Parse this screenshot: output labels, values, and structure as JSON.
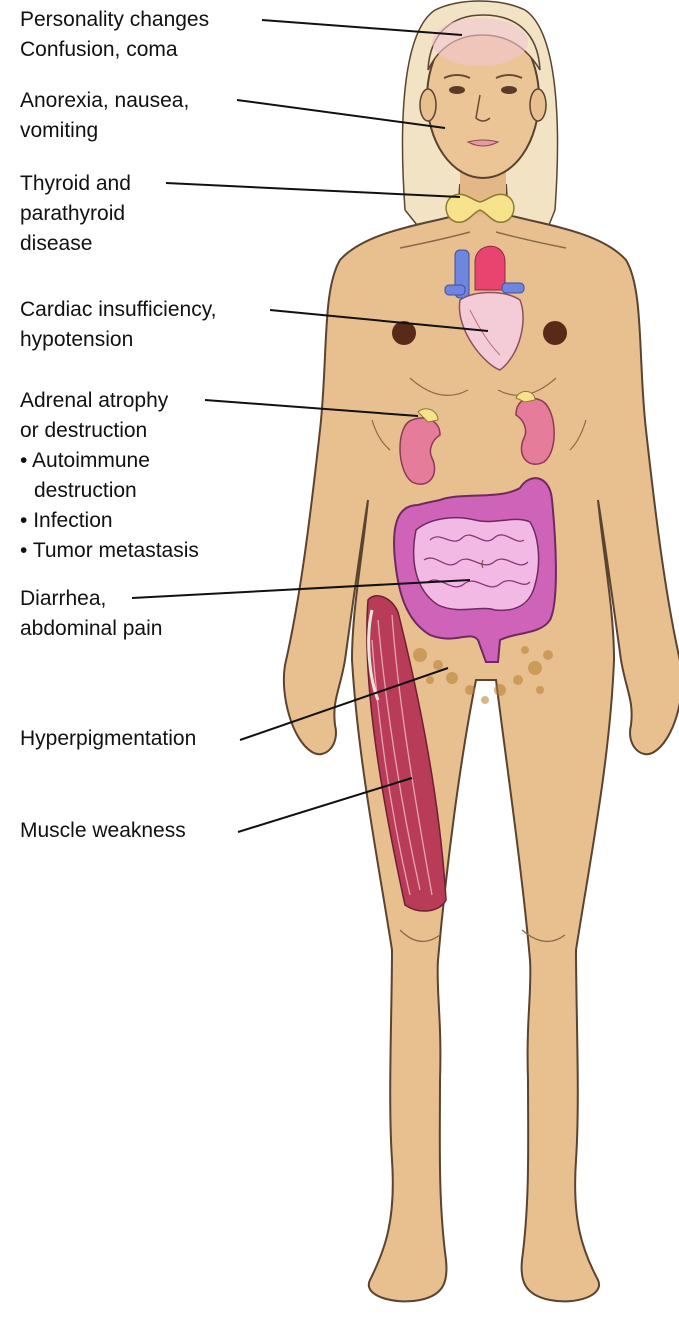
{
  "labels": {
    "neuro": {
      "line1": "Personality changes",
      "line2": "Confusion, coma"
    },
    "gi_upper": {
      "line1": "Anorexia, nausea,",
      "line2": "vomiting"
    },
    "thyroid": {
      "line1": "Thyroid and",
      "line2": "parathyroid",
      "line3": "disease"
    },
    "cardiac": {
      "line1": "Cardiac insufficiency,",
      "line2": "hypotension"
    },
    "adrenal": {
      "line1": "Adrenal atrophy",
      "line2": "or destruction",
      "causes": [
        "Autoimmune",
        "destruction",
        "Infection",
        "Tumor metastasis"
      ]
    },
    "gi_lower": {
      "line1": "Diarrhea,",
      "line2": "abdominal pain"
    },
    "skin": {
      "line1": "Hyperpigmentation"
    },
    "muscle": {
      "line1": "Muscle weakness"
    }
  },
  "colors": {
    "skin": "#e8bf8e",
    "skin_outline": "#5a4330",
    "hair": "#f1e3c4",
    "thyroid": "#f6e38c",
    "kidney": "#e57c9a",
    "intestine_large": "#cf63b8",
    "intestine_small": "#f1b9e3",
    "heart": "#f4ccd8",
    "artery": "#e8446f",
    "vein": "#6f86e0",
    "muscle": "#b83c57",
    "pigment": "#b57e2f",
    "leader_line": "#111111"
  }
}
